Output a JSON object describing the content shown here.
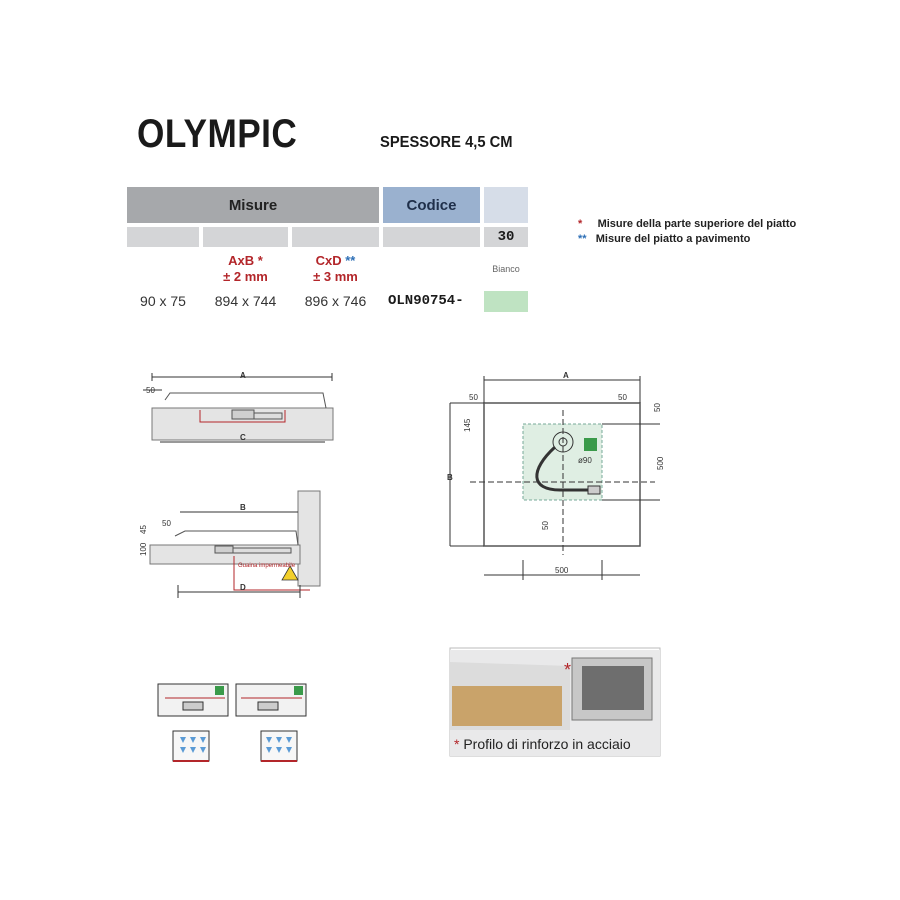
{
  "header": {
    "title": "OLYMPIC",
    "subtitle": "SPESSORE 4,5 CM"
  },
  "table": {
    "misure_label": "Misure",
    "codice_label": "Codice",
    "color_code": "30",
    "axb_label": "AxB *",
    "axb_tolerance": "± 2 mm",
    "cxd_label": "CxD",
    "cxd_stars": "**",
    "cxd_tolerance": "± 3 mm",
    "finish_label": "Bianco",
    "row": {
      "size": "90 x 75",
      "axb": "894 x 744",
      "cxd": "896 x 746",
      "code": "OLN90754-"
    }
  },
  "legend": {
    "item1_star": "*",
    "item1_text": "Misure della parte superiore del piatto",
    "item2_star": "**",
    "item2_text": "Misure del piatto a pavimento"
  },
  "drawings": {
    "side_a": "A",
    "side_c": "C",
    "side_b": "B",
    "side_d": "D",
    "dim_50": "50",
    "dim_45": "45",
    "dim_100": "100",
    "dim_145": "145",
    "dim_500": "500",
    "dim_90": "ø90",
    "guaina": "Guaina impermeabile",
    "plan_b": "B"
  },
  "profile": {
    "star": "*",
    "caption": "Profilo di rinforzo in acciaio"
  },
  "colors": {
    "misure_bg": "#a6a8ab",
    "codice_bg": "#9ab1cf",
    "swatch_bianco": "#bfe3c2",
    "accent_red": "#b3262a",
    "accent_blue": "#2d6fb6",
    "drain_green": "#3a9a4a"
  }
}
